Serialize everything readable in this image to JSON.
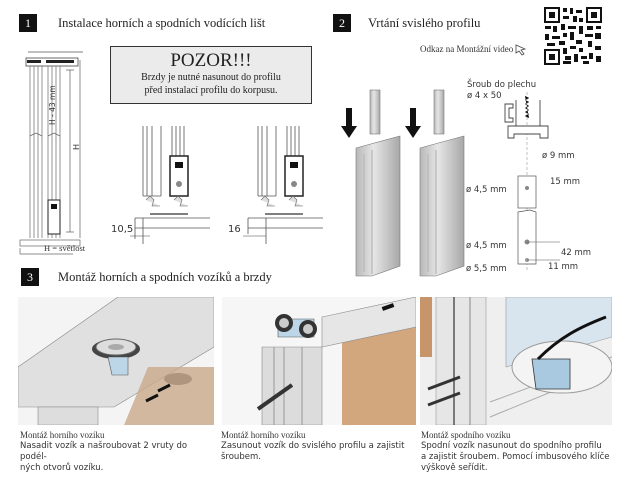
{
  "steps": [
    {
      "number": "1",
      "title": "Instalace horních a spodních vodících lišt"
    },
    {
      "number": "2",
      "title": "Vrtání svislého profilu"
    },
    {
      "number": "3",
      "title": "Montáž horních a spodních vozíků a brzdy"
    }
  ],
  "warning": {
    "title": "POZOR!!!",
    "line1": "Brzdy je nutné nasunout do profilu",
    "line2": "před instalací profilu do korpusu."
  },
  "video_link": {
    "label": "Odkaz na Montážní video",
    "icon": "cursor-arrow-icon"
  },
  "qr_code": {
    "icon": "qr-code"
  },
  "diagram1": {
    "height_label": "H",
    "inner_label": "H - 43 mm",
    "clearance_label": "H = světlost",
    "offset_a": "10,5",
    "offset_b": "16"
  },
  "diagram2": {
    "screw_label": "Šroub do plechu",
    "screw_size": "ø 4 x 50",
    "hole_top": "ø 9 mm",
    "hole_a": "ø 4,5 mm",
    "dist_a": "15 mm",
    "hole_b": "ø 4,5 mm",
    "dist_b": "42 mm",
    "hole_c": "ø 5,5 mm",
    "dist_c": "11 mm"
  },
  "captions": [
    {
      "title": "Montáž horního vozíku",
      "line1": "Nasadit vozík a našroubovat 2 vruty do podél-",
      "line2": "ných otvorů vozíku.",
      "line3": ""
    },
    {
      "title": "Montáž horního vozíku",
      "line1": "Zasunout vozík do svislého profilu a zajistit",
      "line2": "šroubem.",
      "line3": ""
    },
    {
      "title": "Montáž spodního vozíku",
      "line1": "Spodní vozík nasunout do spodního profilu",
      "line2": "a zajistit šroubem. Pomocí imbusového klíče",
      "line3": "výškově seřídit."
    }
  ]
}
